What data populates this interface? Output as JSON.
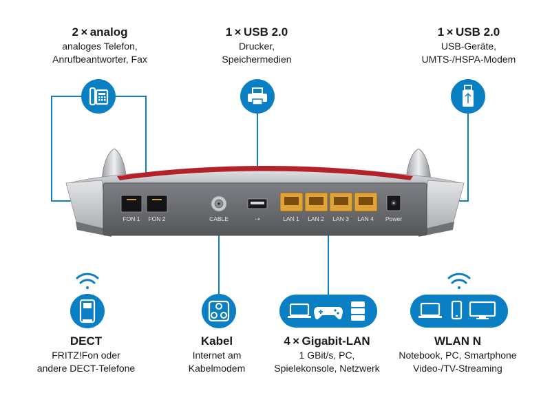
{
  "top": [
    {
      "title": "2 × analog",
      "lines": [
        "analoges Telefon,",
        "Anrufbeantworter, Fax"
      ]
    },
    {
      "title": "1 × USB 2.0",
      "lines": [
        "Drucker,",
        "Speichermedien"
      ]
    },
    {
      "title": "1 × USB 2.0",
      "lines": [
        "USB-Geräte,",
        "UMTS-/HSPA-Modem"
      ]
    }
  ],
  "bottom": [
    {
      "title": "DECT",
      "lines": [
        "FRITZ!Fon oder",
        "andere DECT-Telefone"
      ]
    },
    {
      "title": "Kabel",
      "lines": [
        "Internet am",
        "Kabelmodem"
      ]
    },
    {
      "title": "4 × Gigabit-LAN",
      "lines": [
        "1 GBit/s, PC,",
        "Spielekonsole, Netzwerk"
      ]
    },
    {
      "title": "WLAN N",
      "lines": [
        "Notebook, PC, Smartphone",
        "Video-/TV-Streaming"
      ]
    }
  ],
  "ports": {
    "fon1": "FON 1",
    "fon2": "FON 2",
    "cable": "CABLE",
    "lan1": "LAN 1",
    "lan2": "LAN 2",
    "lan3": "LAN 3",
    "lan4": "LAN 4",
    "power": "Power"
  },
  "colors": {
    "accent": "#0a7fc4",
    "body": "#6e7075",
    "lan": "#e0a33a",
    "stripe": "#b3222a"
  },
  "icons": [
    "phone-icon",
    "printer-icon",
    "usb-stick-icon",
    "dect-phone-icon",
    "coax-icon",
    "lan-devices-icon",
    "wlan-devices-icon"
  ]
}
